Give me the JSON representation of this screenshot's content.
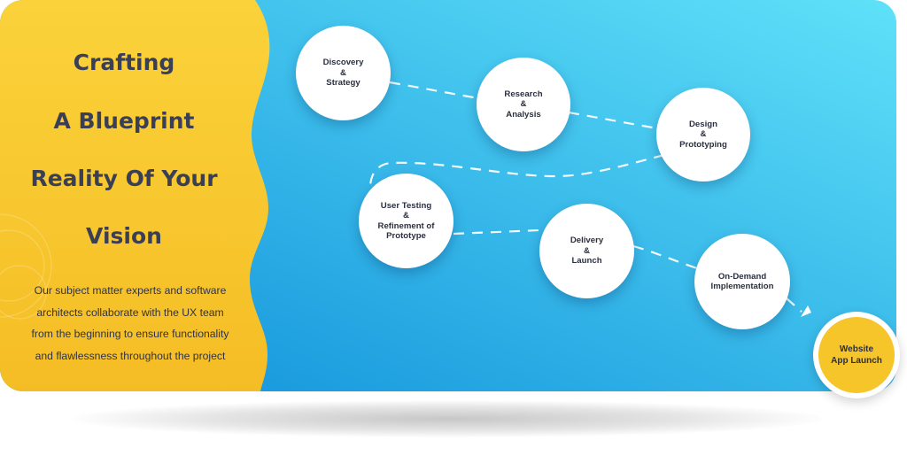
{
  "heading": [
    "Crafting",
    "A Blueprint",
    "Reality Of Your",
    "Vision"
  ],
  "description": [
    "Our subject matter experts and software",
    "architects collaborate with the UX team",
    "from the beginning to ensure functionality",
    "and flawlessness throughout the project"
  ],
  "steps": [
    {
      "lines": [
        "Discovery",
        "&",
        "Strategy"
      ]
    },
    {
      "lines": [
        "Research",
        "&",
        "Analysis"
      ]
    },
    {
      "lines": [
        "Design",
        "&",
        "Prototyping"
      ]
    },
    {
      "lines": [
        "User Testing",
        "&",
        "Refinement of",
        "Prototype"
      ]
    },
    {
      "lines": [
        "Delivery",
        "&",
        "Launch"
      ]
    },
    {
      "lines": [
        "On-Demand",
        "Implementation"
      ]
    }
  ],
  "final_step": {
    "lines": [
      "Website",
      "App Launch"
    ]
  },
  "colors": {
    "yellow": "#f7c52d",
    "blue_light": "#5fe1f9",
    "blue_dark": "#0f8fd9",
    "text_dark": "#3a3f55"
  }
}
